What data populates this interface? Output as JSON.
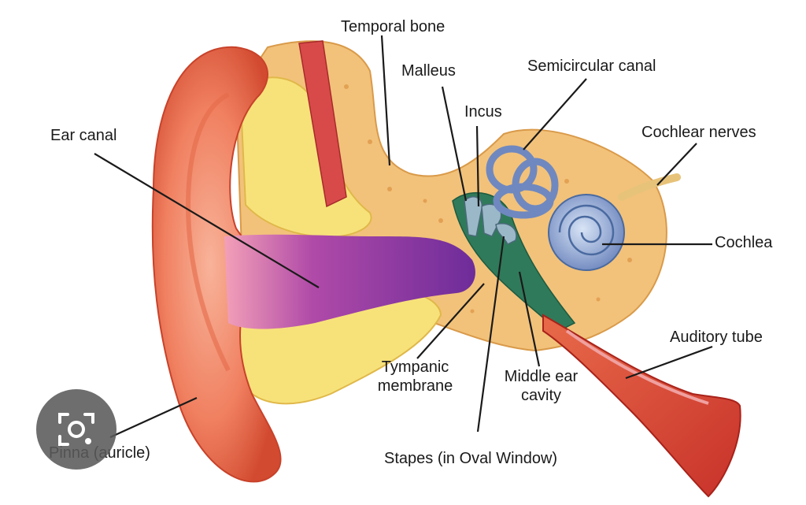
{
  "labels": {
    "temporal_bone": "Temporal bone",
    "malleus": "Malleus",
    "semicircular_canal": "Semicircular canal",
    "incus": "Incus",
    "cochlear_nerves": "Cochlear nerves",
    "ear_canal": "Ear canal",
    "cochlea": "Cochlea",
    "auditory_tube": "Auditory tube",
    "tympanic_line1": "Tympanic",
    "tympanic_line2": "membrane",
    "middle_line1": "Middle ear",
    "middle_line2": "cavity",
    "pinna": "Pinna (auricle)",
    "stapes": "Stapes (in Oval Window)"
  },
  "colors": {
    "skin": "#f08060",
    "skin_dark": "#d9543a",
    "bone": "#f2c27a",
    "fat": "#f7e27a",
    "canal": "#8a3aa6",
    "middle_ear": "#2f7a5a",
    "inner_ear": "#7b95c8",
    "muscle": "#d84a4a",
    "tube": "#d8463a"
  },
  "icons": {
    "lens": "camera-lens-icon"
  }
}
